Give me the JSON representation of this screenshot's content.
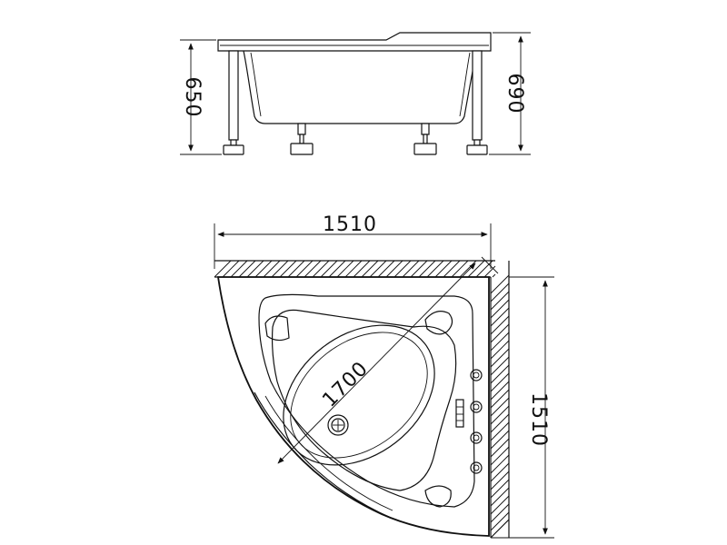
{
  "drawing": {
    "side_view": {
      "dimensions": {
        "left_height": "650",
        "right_height": "690"
      }
    },
    "top_view": {
      "dimensions": {
        "top_width": "1510",
        "right_depth": "1510",
        "diagonal": "1700"
      }
    }
  }
}
